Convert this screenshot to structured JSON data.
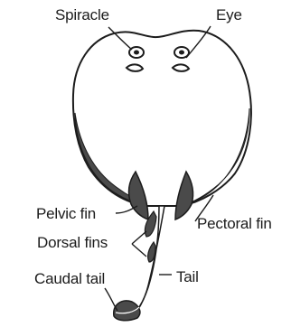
{
  "labels": {
    "spiracle": "Spiracle",
    "eye": "Eye",
    "pelvic_fin": "Pelvic fin",
    "pectoral_fin": "Pectoral fin",
    "dorsal_fins": "Dorsal fins",
    "caudal_tail": "Caudal tail",
    "tail": "Tail"
  },
  "colors": {
    "ink": "#1c1c1c",
    "shade": "#4a4a4a",
    "background": "#ffffff"
  }
}
